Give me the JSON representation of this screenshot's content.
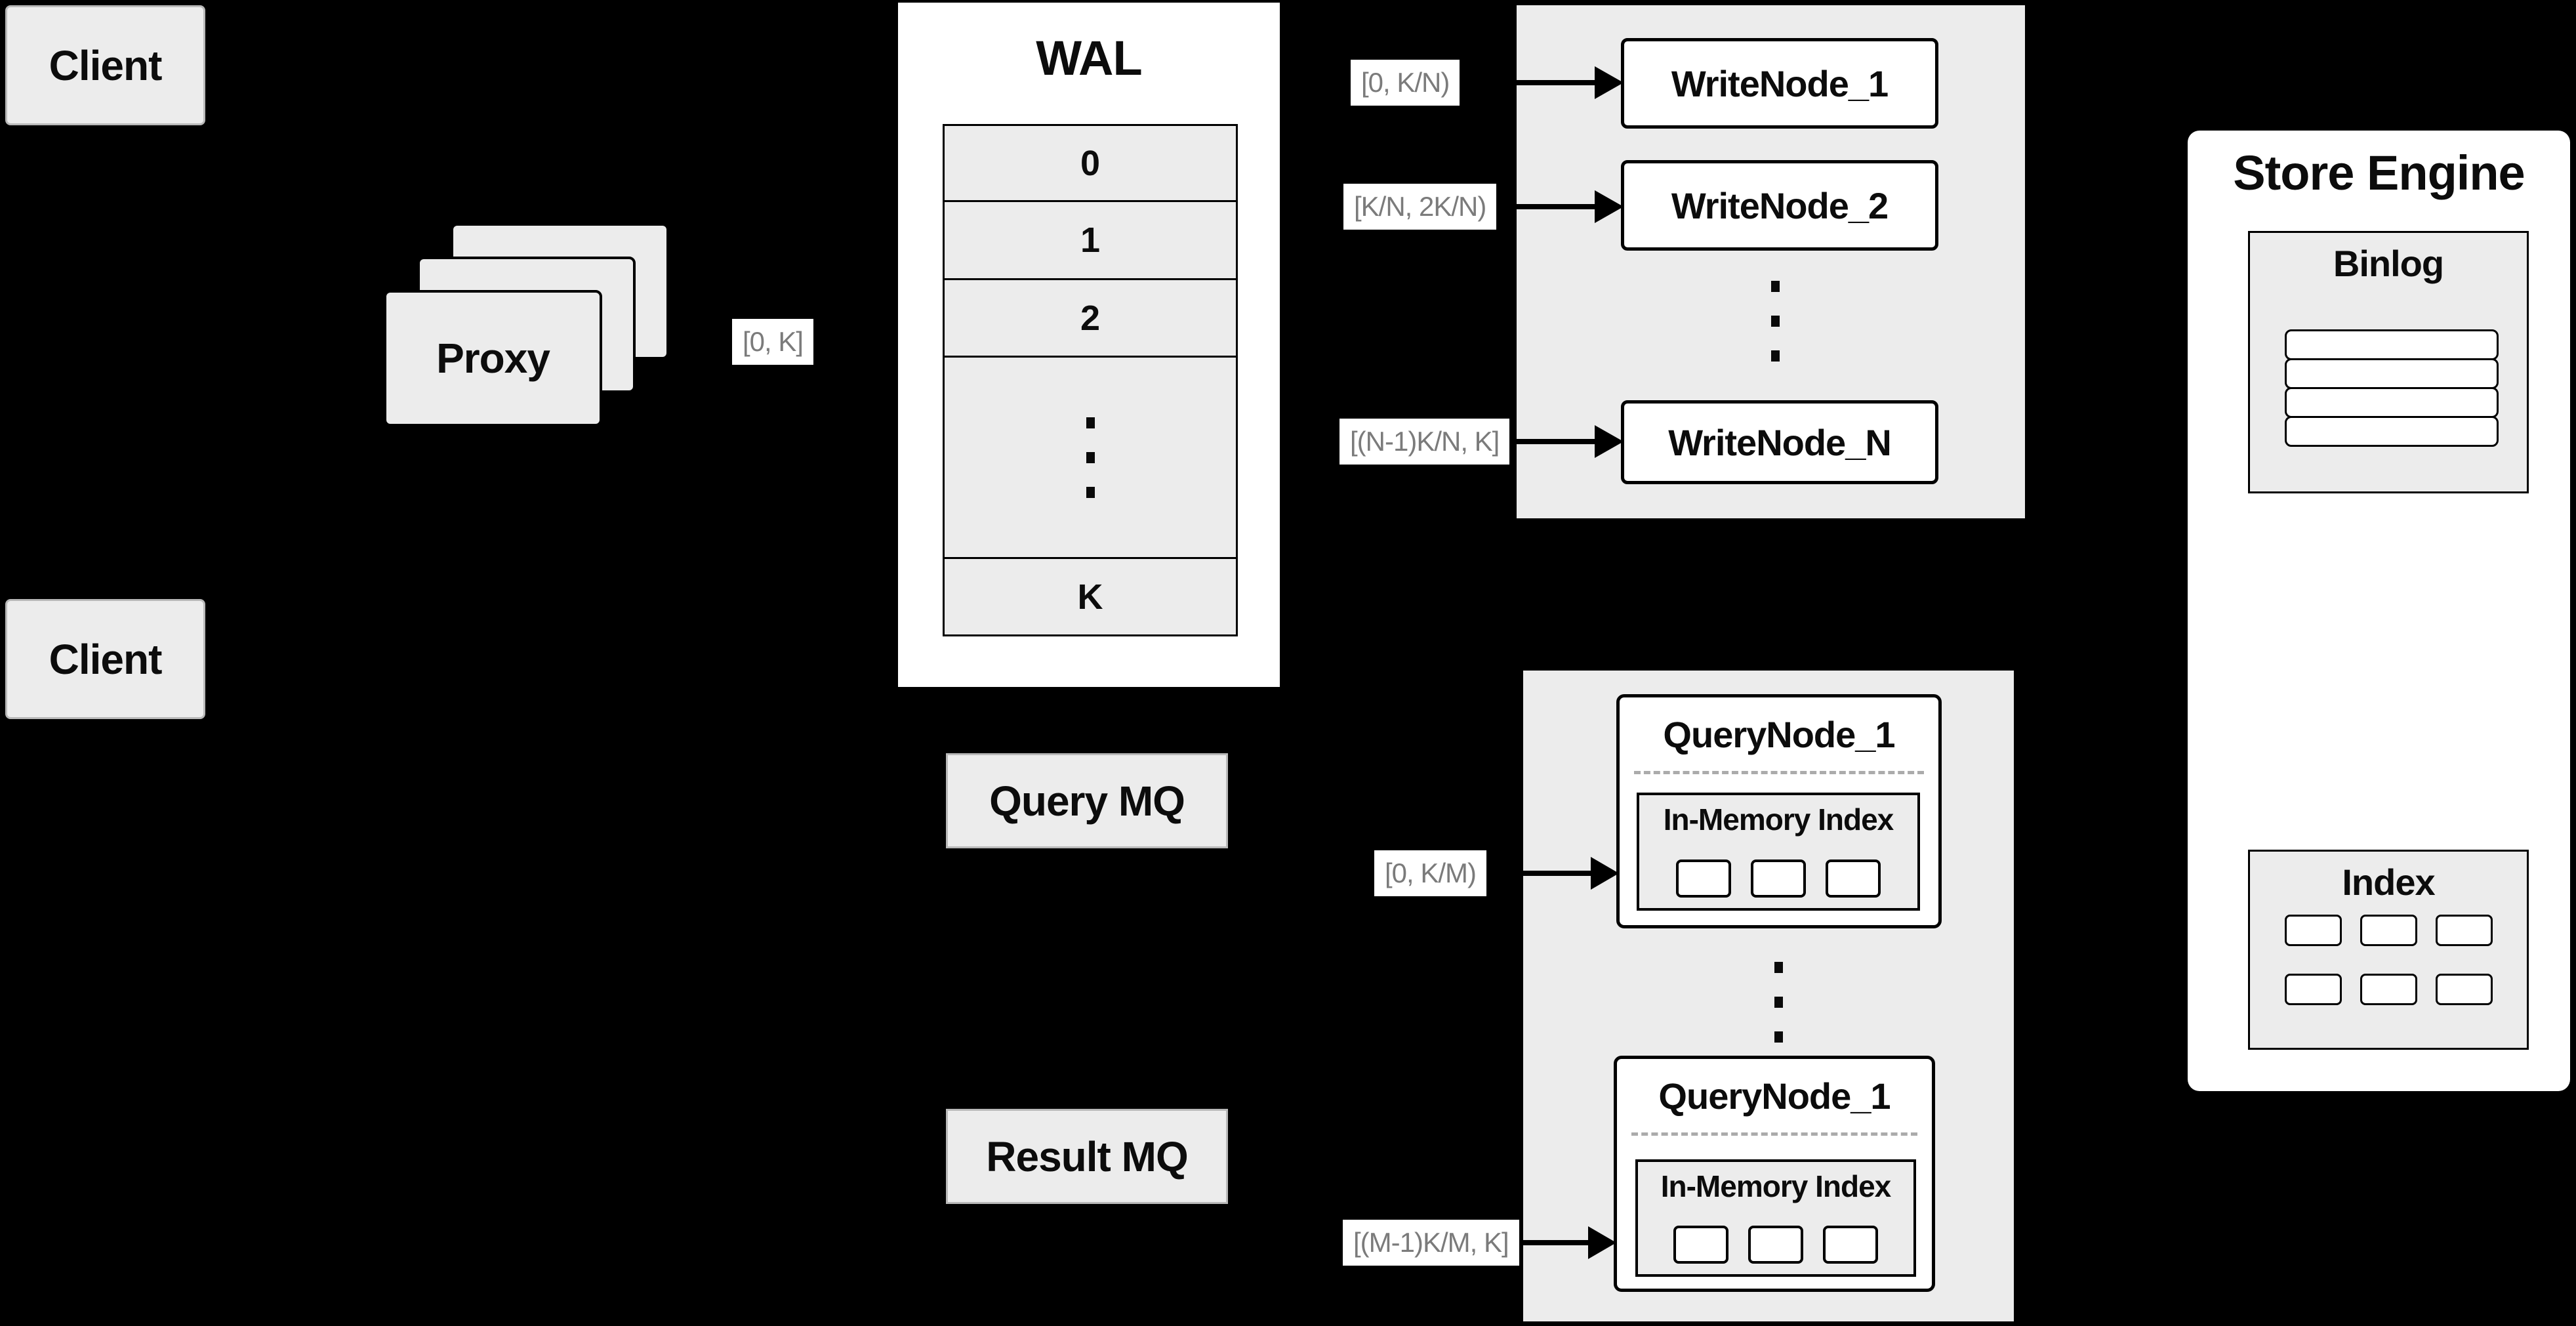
{
  "diagram": {
    "clients": {
      "top": "Client",
      "bottom": "Client"
    },
    "proxy": {
      "label": "Proxy"
    },
    "wal": {
      "title": "WAL",
      "rows": [
        "0",
        "1",
        "2"
      ],
      "last_row": "K"
    },
    "range_labels": {
      "proxy_to_wal": "[0, K]",
      "write_1": "[0,  K/N)",
      "write_2": "[K/N, 2K/N)",
      "write_n": "[(N-1)K/N,  K]",
      "query_1": "[0, K/M)",
      "query_m": "[(M-1)K/M, K]"
    },
    "write_nodes": {
      "node_1": "WriteNode_1",
      "node_2": "WriteNode_2",
      "node_n": "WriteNode_N"
    },
    "mq": {
      "query": "Query MQ",
      "result": "Result MQ"
    },
    "query_nodes": {
      "top": {
        "title": "QueryNode_1",
        "index": "In-Memory Index"
      },
      "bottom": {
        "title": "QueryNode_1",
        "index": "In-Memory Index"
      }
    },
    "store_engine": {
      "title": "Store Engine",
      "binlog": "Binlog",
      "index": "Index"
    }
  },
  "colors": {
    "background": "#000000",
    "box_gray": "#ececec",
    "box_white": "#ffffff",
    "line_black": "#000000",
    "label_gray": "#7b7b7b"
  }
}
